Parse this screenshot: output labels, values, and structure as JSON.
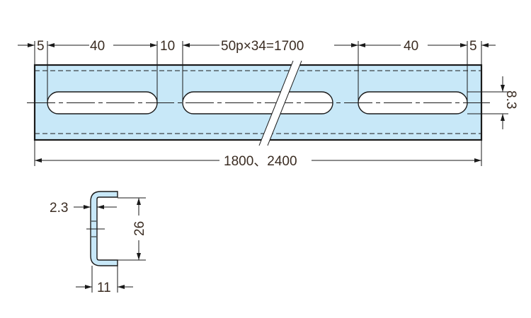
{
  "colors": {
    "fill": "#c8e8f8",
    "line": "#1a1a1a",
    "text": "#3a2c22"
  },
  "top_view": {
    "dims": {
      "end_left": "5",
      "slot_left": "40",
      "gap": "10",
      "pitch": "50p×34=1700",
      "slot_right": "40",
      "end_right": "5",
      "slot_width": "8.3",
      "length": "1800、2400"
    }
  },
  "section_view": {
    "dims": {
      "thickness": "2.3",
      "height": "26",
      "flange": "11"
    }
  }
}
